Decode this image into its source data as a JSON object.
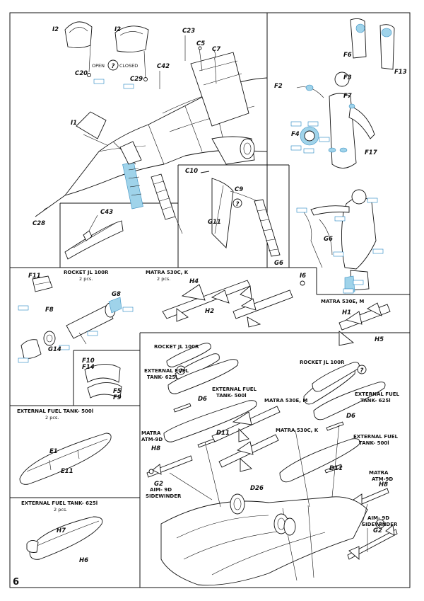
{
  "page_number": "6",
  "labels": {
    "I2_a": "I2",
    "I2_b": "I2",
    "C23": "C23",
    "C5": "C5",
    "C7": "C7",
    "open": "OPEN",
    "closed": "CLOSED",
    "C42": "C42",
    "C20": "C20",
    "C29": "C29",
    "I1": "I1",
    "C10": "C10",
    "C9": "C9",
    "G11": "G11",
    "G6_a": "G6",
    "C43": "C43",
    "C28": "C28",
    "F6": "F6",
    "F13": "F13",
    "F3": "F3",
    "F2": "F2",
    "F7": "F7",
    "F4": "F4",
    "F17": "F17",
    "G6_b": "G6",
    "F11": "F11",
    "F8": "F8",
    "G8": "G8",
    "G14": "G14",
    "F10": "F10",
    "F14": "F14",
    "F5": "F5",
    "F9": "F9",
    "H4": "H4",
    "I6": "I6",
    "H2": "H2",
    "H1": "H1",
    "H5": "H5",
    "E1": "E1",
    "E11": "E11",
    "H7": "H7",
    "H6": "H6",
    "D6_a": "D6",
    "D6_b": "D6",
    "D11_a": "D11",
    "D11_b": "D11",
    "D26": "D26",
    "H8_a": "H8",
    "H8_b": "H8",
    "G2_a": "G2",
    "G2_b": "G2"
  },
  "titles": {
    "rocket_jl100r": "ROCKET JL 100R",
    "rocket_jl100r_qty": "2 pcs.",
    "matra530ck": "MATRA 530C, K",
    "matra530ck_qty": "2 pcs.",
    "matra530em_box": "MATRA 530E, M",
    "tank500_box": "EXTERNAL FUEL TANK- 500l",
    "tank500_qty": "2 pcs.",
    "tank625_box": "EXTERNAL FUEL TANK- 625l",
    "tank625_qty": "2 pcs.",
    "rocket_main": "ROCKET JL 100R",
    "rocket_right": "ROCKET JL 100R",
    "tank625_l1": "EXTERNAL FUEL",
    "tank625_l2": "TANK- 625l",
    "tank500_l1": "EXTERNAL FUEL",
    "tank500_l2": "TANK- 500l",
    "tank625r_l1": "EXTERNAL FUEL",
    "tank625r_l2": "TANK- 625l",
    "matra530em": "MATRA 530E, M",
    "matra530ck_main": "MATRA 530C, K",
    "tank500r_l1": "EXTERNAL FUEL",
    "tank500r_l2": "TANK- 500l",
    "atm9d_l1": "MATRA",
    "atm9d_l2": "ATM-9D",
    "aim9d_l1": "AIM- 9D",
    "aim9d_l2": "SIDEWINDER",
    "atm9dr_l1": "MATRA",
    "atm9dr_l2": "ATM-9D",
    "aim9dr_l1": "AIM- 9D",
    "aim9dr_l2": "SIDEWINDER"
  },
  "colors": {
    "ink": "#111111",
    "blue_parts": "#9fd3ea",
    "callout": "#1f82c2"
  },
  "icons": [
    "question-mark-icon"
  ]
}
